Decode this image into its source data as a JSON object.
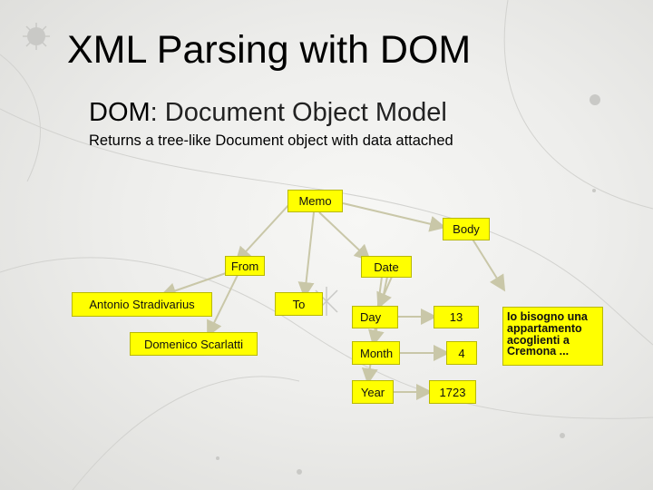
{
  "slide": {
    "title": "XML Parsing with DOM",
    "subtitle_prefix": "DOM",
    "subtitle_rest": ": Document Object Model",
    "caption": "Returns a tree-like Document object with data attached"
  },
  "tree": {
    "memo": "Memo",
    "body": "Body",
    "from": "From",
    "date": "Date",
    "to": "To",
    "from_value_1": "Antonio Stradivarius",
    "from_value_2": "Domenico Scarlatti",
    "day": "Day",
    "day_value": "13",
    "month": "Month",
    "month_value": "4",
    "year": "Year",
    "year_value": "1723",
    "body_text": "Io bisogno una appartamento acoglienti a Cremona ..."
  },
  "colors": {
    "node_fill": "#ffff00",
    "connector": "#c9c7a8"
  }
}
